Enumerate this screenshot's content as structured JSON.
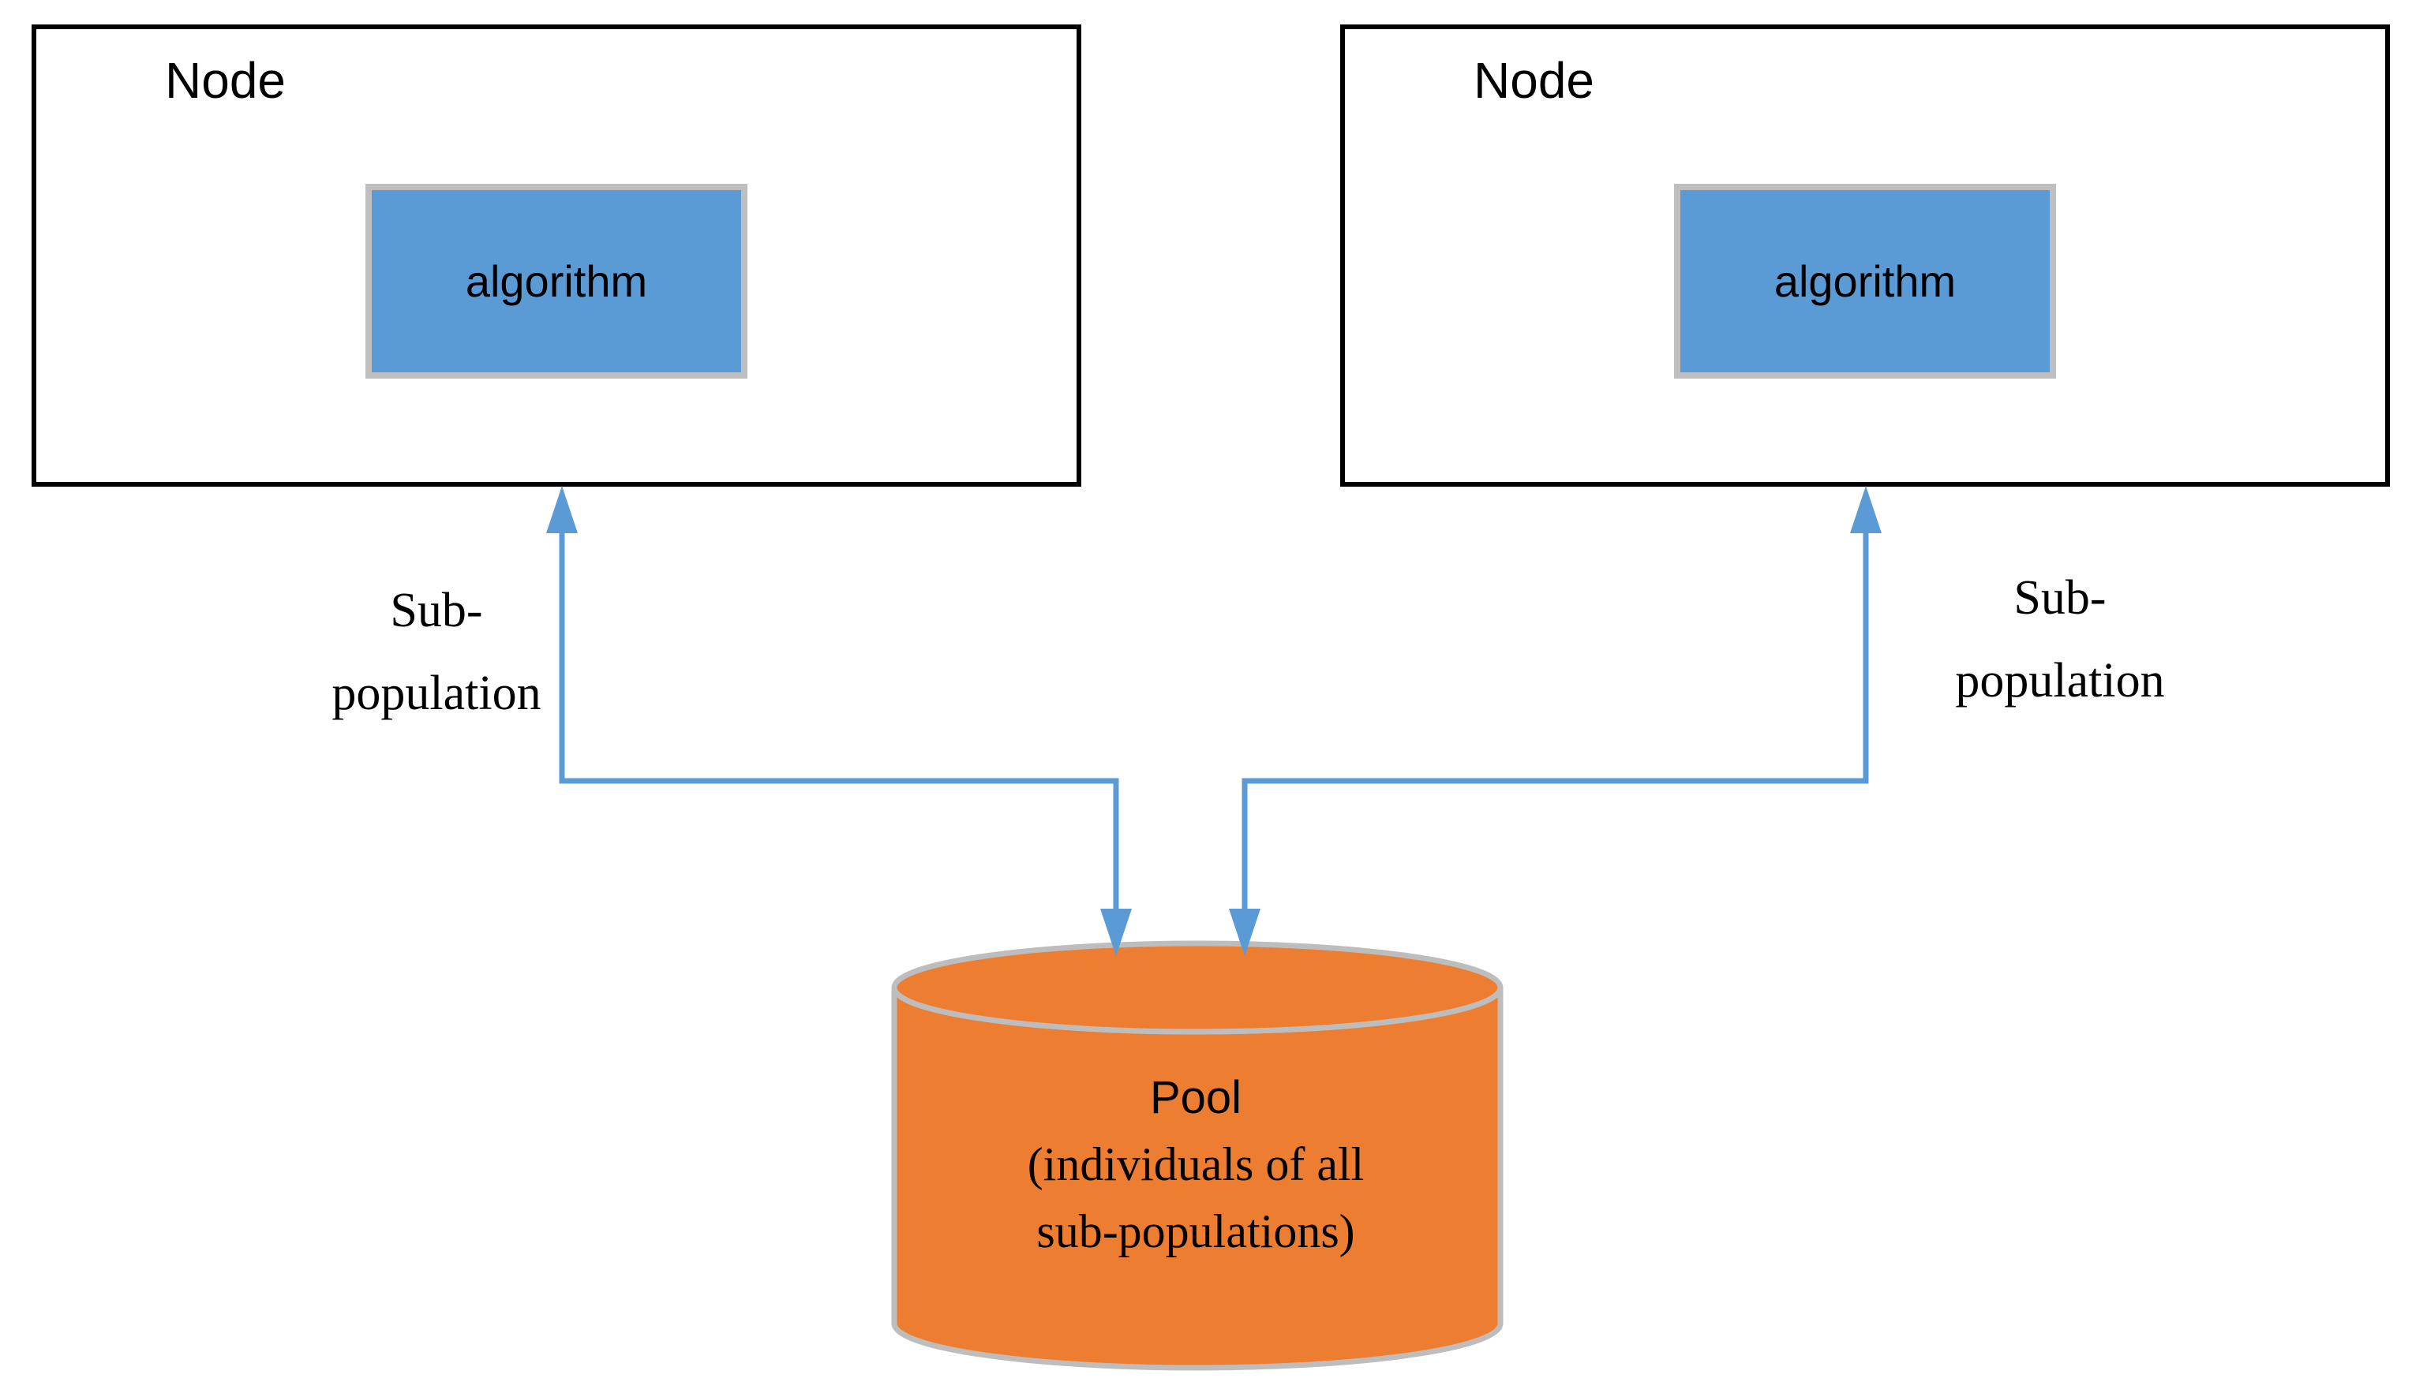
{
  "colors": {
    "node_border": "#000000",
    "algorithm_fill": "#5B9BD5",
    "algorithm_border": "#BFBFBF",
    "pool_fill": "#ED7D31",
    "pool_border": "#BDBDBD",
    "connector": "#5B9BD5",
    "text": "#000000"
  },
  "nodes": [
    {
      "label": "Node",
      "algorithm_label": "algorithm"
    },
    {
      "label": "Node",
      "algorithm_label": "algorithm"
    }
  ],
  "edge_labels": {
    "left": {
      "line1": "Sub-",
      "line2": "population"
    },
    "right": {
      "line1": "Sub-",
      "line2": "population"
    }
  },
  "pool": {
    "title": "Pool",
    "subtitle_line1": "(individuals of all",
    "subtitle_line2": "sub-populations)"
  }
}
